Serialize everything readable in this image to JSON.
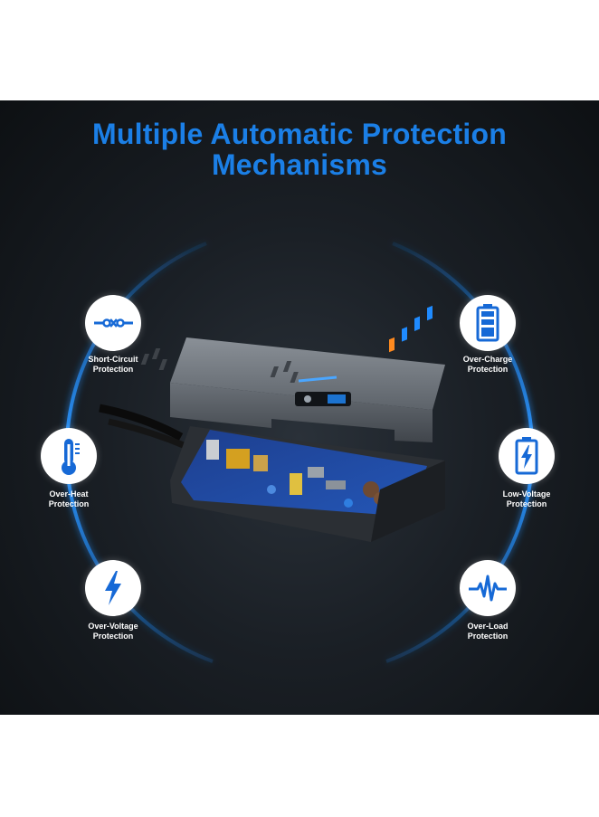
{
  "title": {
    "line1": "Multiple Automatic Protection",
    "line2": "Mechanisms"
  },
  "protections": [
    {
      "icon": "short-circuit-icon",
      "line1": "Short-Circuit",
      "line2": "Protection"
    },
    {
      "icon": "thermometer-icon",
      "line1": "Over-Heat",
      "line2": "Protection"
    },
    {
      "icon": "lightning-bolt-icon",
      "line1": "Over-Voltage",
      "line2": "Protection"
    },
    {
      "icon": "battery-full-icon",
      "line1": "Over-Charge",
      "line2": "Protection"
    },
    {
      "icon": "battery-bolt-icon",
      "line1": "Low-Voltage",
      "line2": "Protection"
    },
    {
      "icon": "waveform-icon",
      "line1": "Over-Load",
      "line2": "Protection"
    }
  ],
  "colors": {
    "title": "#1b7fe6",
    "icon": "#1669d6",
    "ring_glow": "#1f8bff",
    "background": "#1a1f25"
  }
}
